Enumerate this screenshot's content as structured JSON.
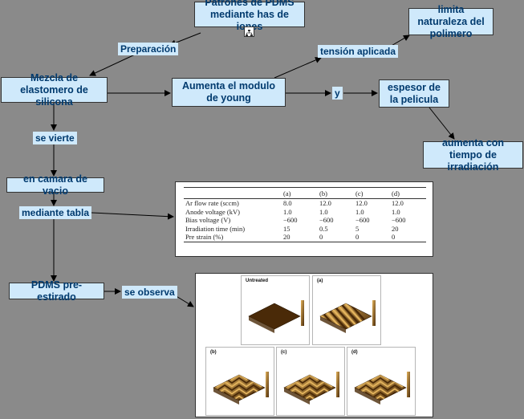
{
  "nodes": {
    "patrones": "Patrones de PDMS mediante has de iones",
    "mezcla": "Mezcla de elastomero de silicona",
    "aumenta_modulo": "Aumenta el modulo de young",
    "limita": "limita naturaleza del polimero",
    "espesor": "espesor de la pelicula",
    "aumenta_tiempo": "aumenta con tiempo de irradiación",
    "camara": "en camara de vacio",
    "pdms_pre": "PDMS pre-estirado"
  },
  "linking_phrases": {
    "preparacion": "Preparación",
    "tension": "tensión aplicada",
    "y": "y",
    "se_vierte": "se vierte",
    "mediante_tabla": "mediante tabla",
    "se_observa": "se observa"
  },
  "icons": {
    "concept_map_link": "concept-map-icon"
  },
  "colors": {
    "background": "#8a8a8a",
    "node_fill": "#cfe9fb",
    "node_text": "#003a6e",
    "afm_surface_dark": "#4a2a08",
    "afm_surface_light": "#e3b35c"
  },
  "table": {
    "headers": [
      "",
      "(a)",
      "(b)",
      "(c)",
      "(d)"
    ],
    "rows": [
      [
        "Ar flow rate (sccm)",
        "8.0",
        "12.0",
        "12.0",
        "12.0"
      ],
      [
        "Anode voltage (kV)",
        "1.0",
        "1.0",
        "1.0",
        "1.0"
      ],
      [
        "Bias voltage (V)",
        "−600",
        "−600",
        "−600",
        "−600"
      ],
      [
        "Irradiation time (min)",
        "15",
        "0.5",
        "5",
        "20"
      ],
      [
        "Pre strain (%)",
        "20",
        "0",
        "0",
        "0"
      ]
    ]
  },
  "afm": {
    "panels": [
      "Untreated",
      "(a)",
      "(b)",
      "(c)",
      "(d)"
    ]
  }
}
